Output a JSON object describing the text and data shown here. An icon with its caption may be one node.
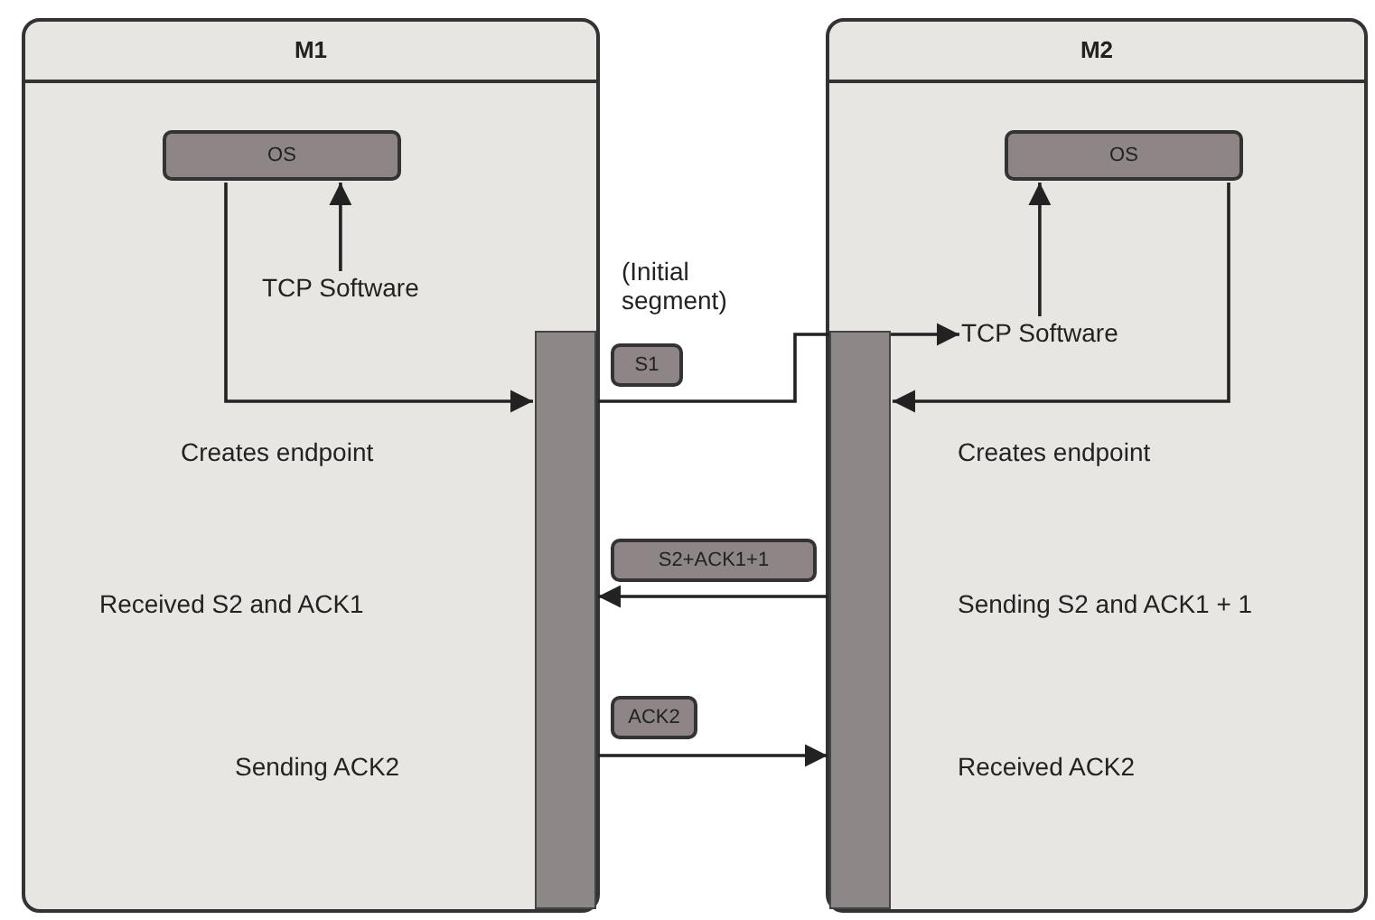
{
  "diagram": {
    "nodes": [
      {
        "text": [
          "M1"
        ]
      },
      {
        "text": [
          "OS"
        ],
        "in": 0
      },
      {
        "text": [
          "TCP Software"
        ],
        "in": 0
      },
      {
        "text": [],
        "shape": "bar",
        "in": 0
      },
      {
        "text": [
          "S1"
        ],
        "beside": [
          "(Initial segment)"
        ]
      },
      {
        "text": [
          "M2"
        ]
      },
      {
        "text": [
          "OS"
        ],
        "in": 5
      },
      {
        "text": [
          "TCP Software"
        ],
        "in": 5
      },
      {
        "text": [],
        "shape": "bar",
        "in": 5
      },
      {
        "text": [
          "S2+ACK1+1"
        ]
      },
      {
        "text": [
          "ACK2"
        ]
      }
    ],
    "edges": [
      {
        "from": 2,
        "to": 1,
        "arrow": "to"
      },
      {
        "from": 1,
        "to": 3,
        "arrow": "to"
      },
      {
        "from": 3,
        "to": 7,
        "arrow": "to"
      },
      {
        "from": 7,
        "to": 6,
        "arrow": "to"
      },
      {
        "from": 6,
        "to": 8,
        "arrow": "to"
      },
      {
        "from": 8,
        "to": 3,
        "arrow": "to"
      },
      {
        "from": 3,
        "to": 8,
        "arrow": "to"
      }
    ],
    "labels": [
      "Creates endpoint",
      "Creates endpoint",
      "Received S2 and ACK1",
      "Sending S2 and ACK1 + 1",
      "Sending ACK2",
      "Received ACK2"
    ]
  }
}
